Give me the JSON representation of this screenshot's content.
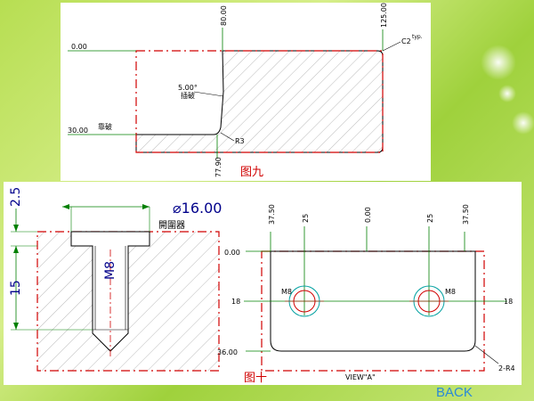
{
  "fig9": {
    "caption": "图九",
    "dim_top": [
      "80.00",
      "125.00"
    ],
    "dim_left": [
      "0.00",
      "30.00"
    ],
    "dim_bottom": "77.90",
    "callout_c2": "C2",
    "callout_c2_sup": "typ.",
    "callout_r3": "R3",
    "callout_angle": "5.00°",
    "note_relief": "插破",
    "note_kao": "靠破"
  },
  "fig10": {
    "caption": "图十",
    "dim_diameter": "⌀16.00",
    "note_relief": "開圍器",
    "dim_2_5": "2.5",
    "dim_15": "15",
    "thread": "M8",
    "dim_top": [
      "37.50",
      "25",
      "0.00",
      "25",
      "37.50"
    ],
    "dim_left": [
      "0.00",
      "18",
      "36.00"
    ],
    "dim_right": "18",
    "thread_left": "M8",
    "thread_right": "M8",
    "view_label": "VIEW\"A\"",
    "radius_callout": "2-R4"
  },
  "nav": {
    "back": "BACK"
  },
  "colors": {
    "accent": "#2a8ad6",
    "outline": "#d00000",
    "dim_line": "#008000"
  }
}
